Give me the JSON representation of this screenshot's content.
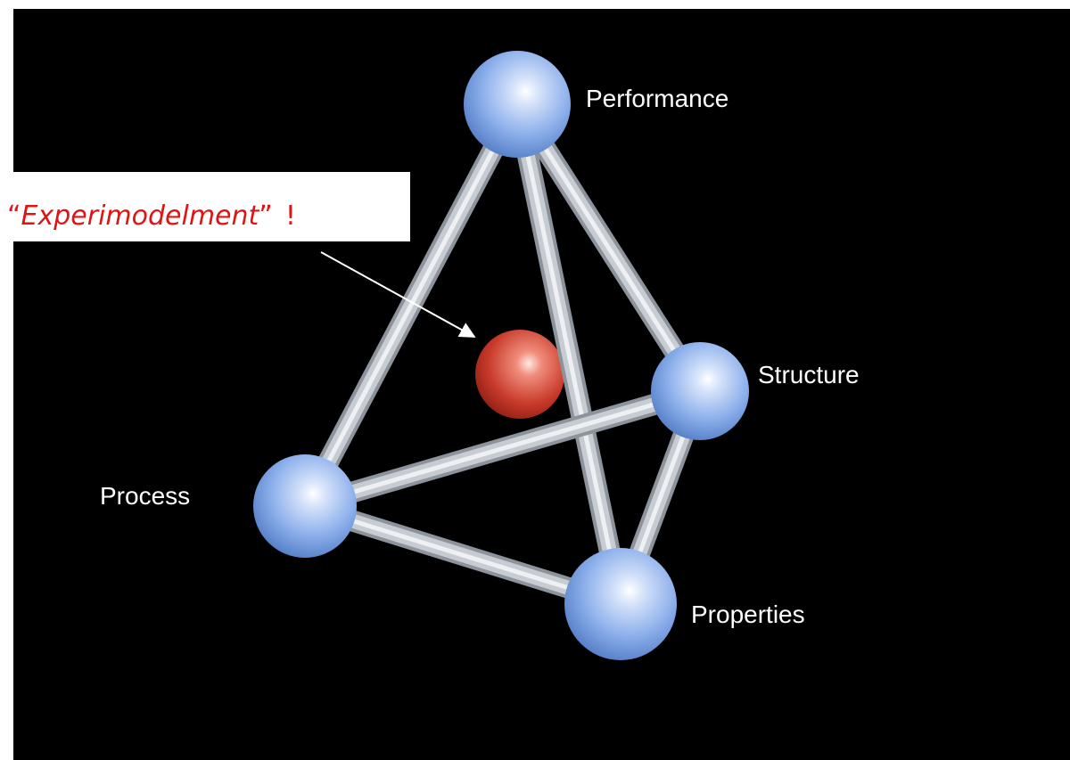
{
  "diagram": {
    "type": "tetrahedron",
    "colors": {
      "background": "#000000",
      "node": "#8fb1ec",
      "center_node": "#d24b3a",
      "rod": "#c7ccd2",
      "label": "#ffffff",
      "callout_text": "#e01414",
      "callout_box": "#ffffff"
    },
    "nodes": {
      "performance": {
        "label": "Performance"
      },
      "structure": {
        "label": "Structure"
      },
      "process": {
        "label": "Process"
      },
      "properties": {
        "label": "Properties"
      }
    },
    "edges": [
      [
        "performance",
        "process"
      ],
      [
        "performance",
        "structure"
      ],
      [
        "performance",
        "properties"
      ],
      [
        "process",
        "structure"
      ],
      [
        "process",
        "properties"
      ],
      [
        "structure",
        "properties"
      ]
    ],
    "callout": {
      "open_quote": "“",
      "text": "Experimodelment",
      "close_quote": "”",
      "exclamation": "!"
    }
  }
}
